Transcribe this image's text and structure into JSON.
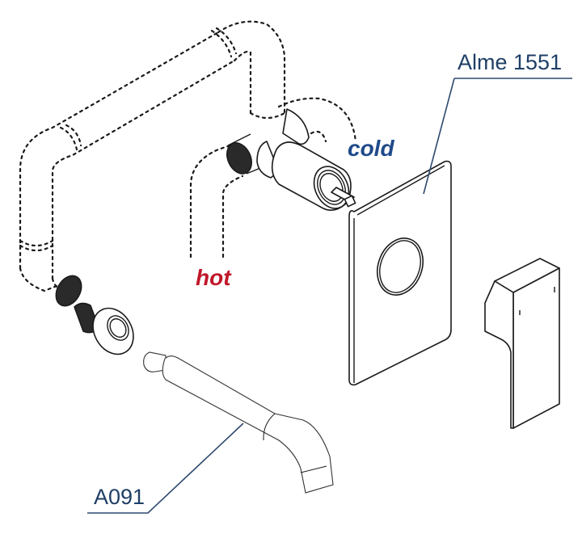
{
  "diagram": {
    "title": "Concealed mixer installation exploded view",
    "parts": [
      {
        "id": "faceplate-handle",
        "label": "Alme 1551"
      },
      {
        "id": "spout",
        "label": "A091"
      }
    ],
    "supply_labels": {
      "cold": "cold",
      "hot": "hot"
    },
    "colors": {
      "part_label": "#1f3f66",
      "leader_line": "#2e4a6e",
      "cold": "#1f4a8a",
      "hot": "#c0182a",
      "line_art": "#1a1a1a"
    }
  }
}
